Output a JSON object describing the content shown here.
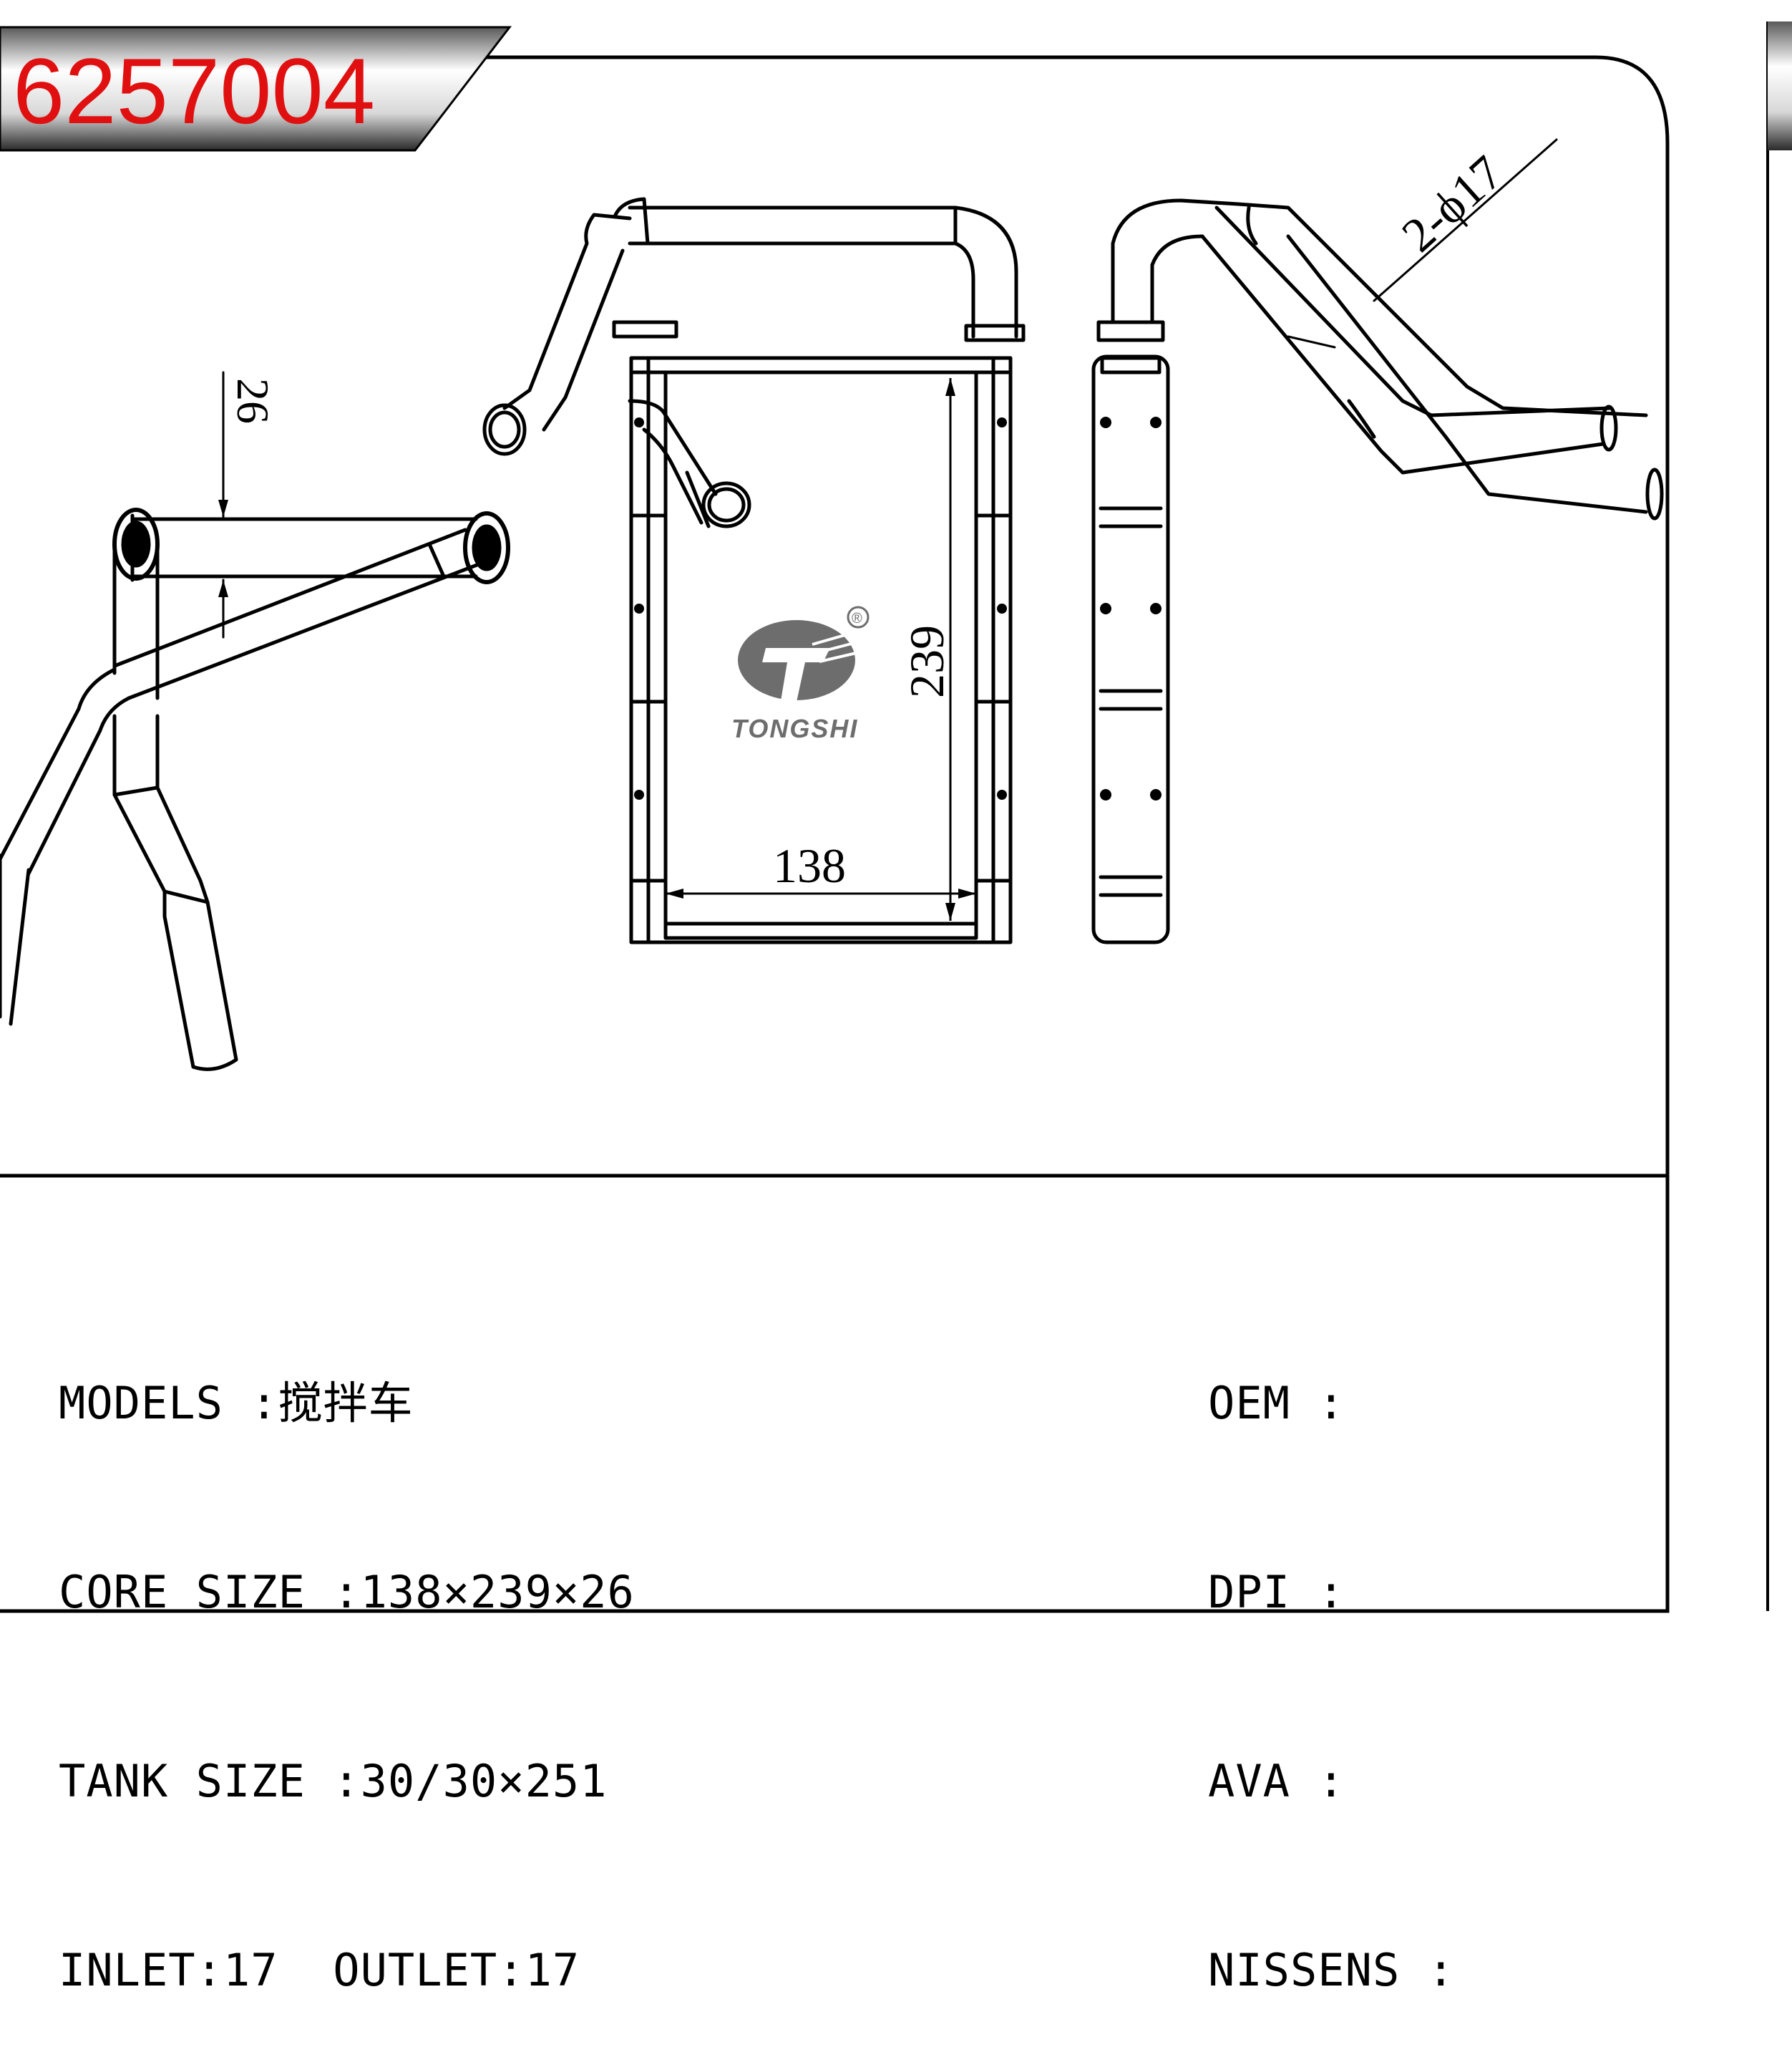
{
  "part_number": "6257004",
  "dimensions": {
    "tube_pitch": "26",
    "core_height": "239",
    "core_width": "138",
    "pipe_diameter": "2-ϕ17"
  },
  "brand": {
    "name": "TONGSHI",
    "registered_mark": "®",
    "logo_color": "#6d6d6d"
  },
  "specs_left": [
    {
      "label": "MODELS",
      "value": " :搅拌车"
    },
    {
      "label": "CORE SIZE",
      "value": " :138×239×26"
    },
    {
      "label": "TANK SIZE",
      "value": " :30/30×251"
    },
    {
      "label": "INLET:17",
      "value": "  OUTLET:17"
    }
  ],
  "specs_right": [
    {
      "label": "OEM",
      "value": " :"
    },
    {
      "label": "DPI",
      "value": " :"
    },
    {
      "label": "AVA",
      "value": " :"
    },
    {
      "label": "NISSENS",
      "value": " :"
    }
  ],
  "colors": {
    "part_number": "#e01010",
    "line": "#000000",
    "banner_light": "#ffffff",
    "banner_dark": "#3a3a3a"
  }
}
